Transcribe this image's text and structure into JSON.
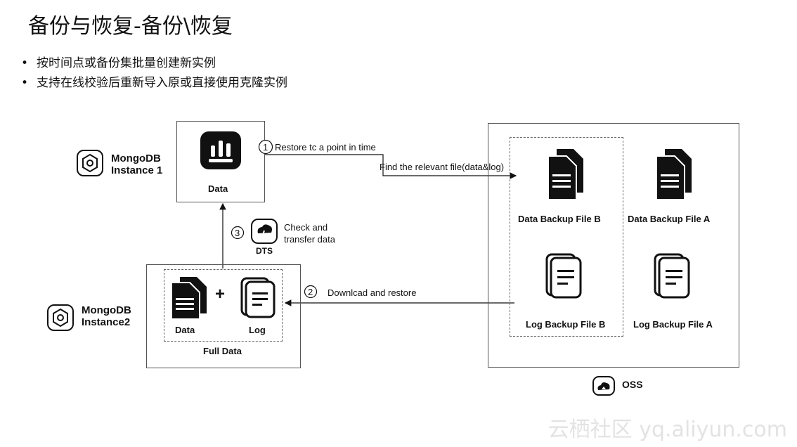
{
  "title": "备份与恢复-备份\\恢复",
  "bullets": [
    "按时间点或备份集批量创建新实例",
    "支持在线校验后重新导入原或直接使用克隆实例"
  ],
  "bullet_symbol": "•",
  "diagram": {
    "instance1": {
      "name_line1": "MongoDB",
      "name_line2": "Instance 1",
      "data_label": "Data"
    },
    "instance2": {
      "name_line1": "MongoDB",
      "name_line2": "Instance2",
      "data_label": "Data",
      "log_label": "Log",
      "full_label": "Full Data",
      "plus": "+"
    },
    "dts": {
      "label": "DTS",
      "step_num": "③",
      "text_line1": "Check and",
      "text_line2": "transfer data"
    },
    "restore": {
      "step_num": "①",
      "text": "Restore tc a point in time",
      "sub_text": "Find the relevant file(data&log)"
    },
    "download": {
      "step_num": "②",
      "text": "Downlcad and restore"
    },
    "oss": {
      "label": "OSS",
      "data_file_b": "Data Backup File B",
      "data_file_a": "Data Backup File A",
      "log_file_b": "Log Backup File B",
      "log_file_a": "Log Backup File A"
    }
  },
  "watermark": "云栖社区 yq.aliyun.com"
}
